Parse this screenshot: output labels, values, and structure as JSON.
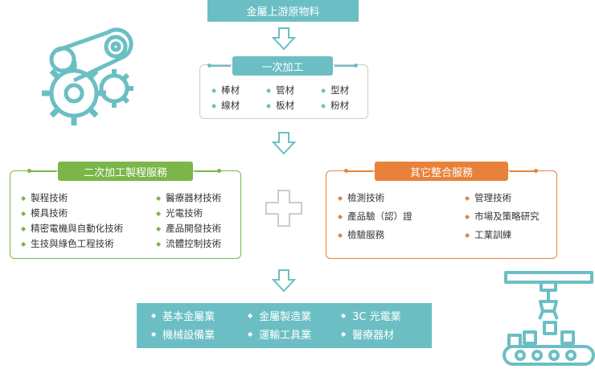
{
  "top_title": "金屬上游原物料",
  "primary": {
    "title": "一次加工",
    "items": [
      "棒材",
      "管材",
      "型材",
      "線材",
      "板材",
      "粉材"
    ]
  },
  "secondary": {
    "title": "二次加工製程服務",
    "items_left": [
      "製程技術",
      "模具技術",
      "精密電機與自動化技術",
      "生技與綠色工程技術"
    ],
    "items_right": [
      "醫療器材技術",
      "光電技術",
      "產品開發技術",
      "流體控制技術"
    ]
  },
  "other": {
    "title": "其它整合服務",
    "items_left": [
      "檢測技術",
      "產品驗（認）證",
      "檢驗服務"
    ],
    "items_right": [
      "管理技術",
      "市場及策略研究",
      "工業訓練"
    ]
  },
  "industries": {
    "row1": [
      "基本金屬業",
      "金屬製造業",
      "3C 光電業"
    ],
    "row2": [
      "機械設備業",
      "運輸工具業",
      "醫療器材"
    ]
  },
  "colors": {
    "teal": "#6bbfc4",
    "green": "#7ab648",
    "orange": "#e8823a",
    "gray": "#cccccc"
  },
  "icons": [
    "gears-belt-icon",
    "down-arrow-icon",
    "plus-icon",
    "conveyor-robot-icon"
  ]
}
